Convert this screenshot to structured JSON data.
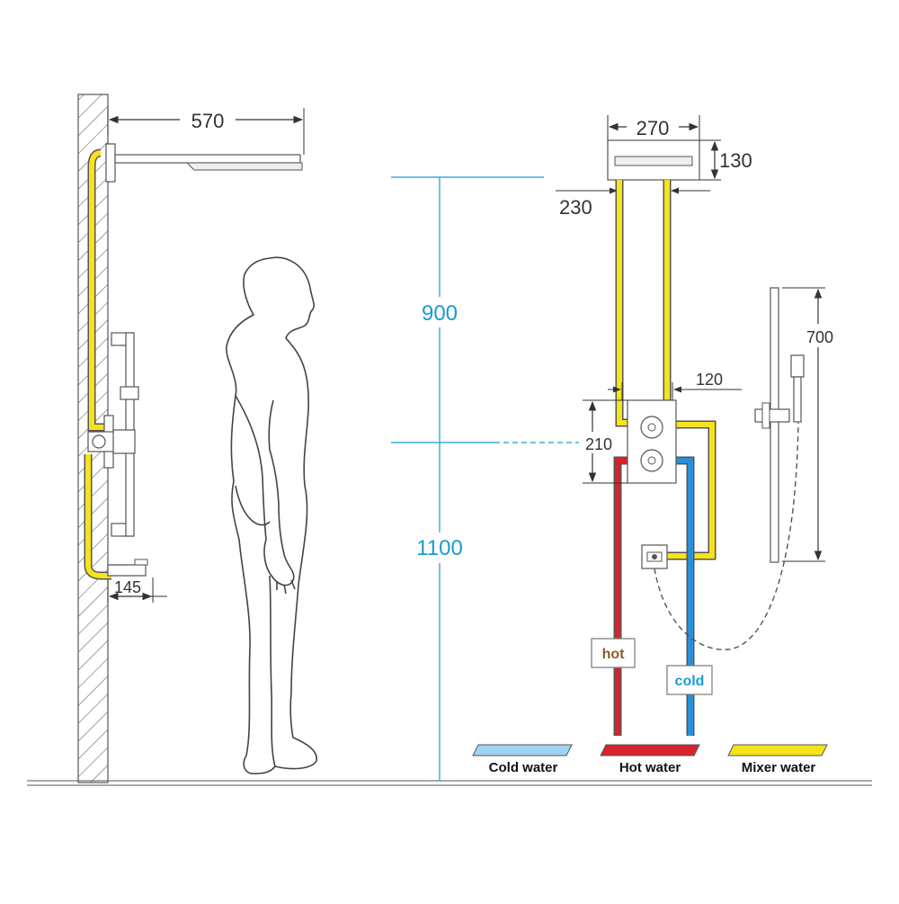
{
  "dimensions": {
    "arm_length": "570",
    "head_width": "270",
    "head_height": "130",
    "head_depth": "230",
    "shower_height": "900",
    "valve_height": "1100",
    "valve_size": "210",
    "valve_offset": "120",
    "rail_length": "700",
    "spout_projection": "145"
  },
  "tags": {
    "hot": "hot",
    "cold": "cold"
  },
  "legend": {
    "cold": "Cold water",
    "hot": "Hot water",
    "mixer": "Mixer water"
  },
  "colors": {
    "cold": "#2b8fd6",
    "cold_light": "#9fd3f2",
    "hot": "#d9232a",
    "mixer": "#f5e31b",
    "dimension_blue": "#1b9ad1"
  }
}
